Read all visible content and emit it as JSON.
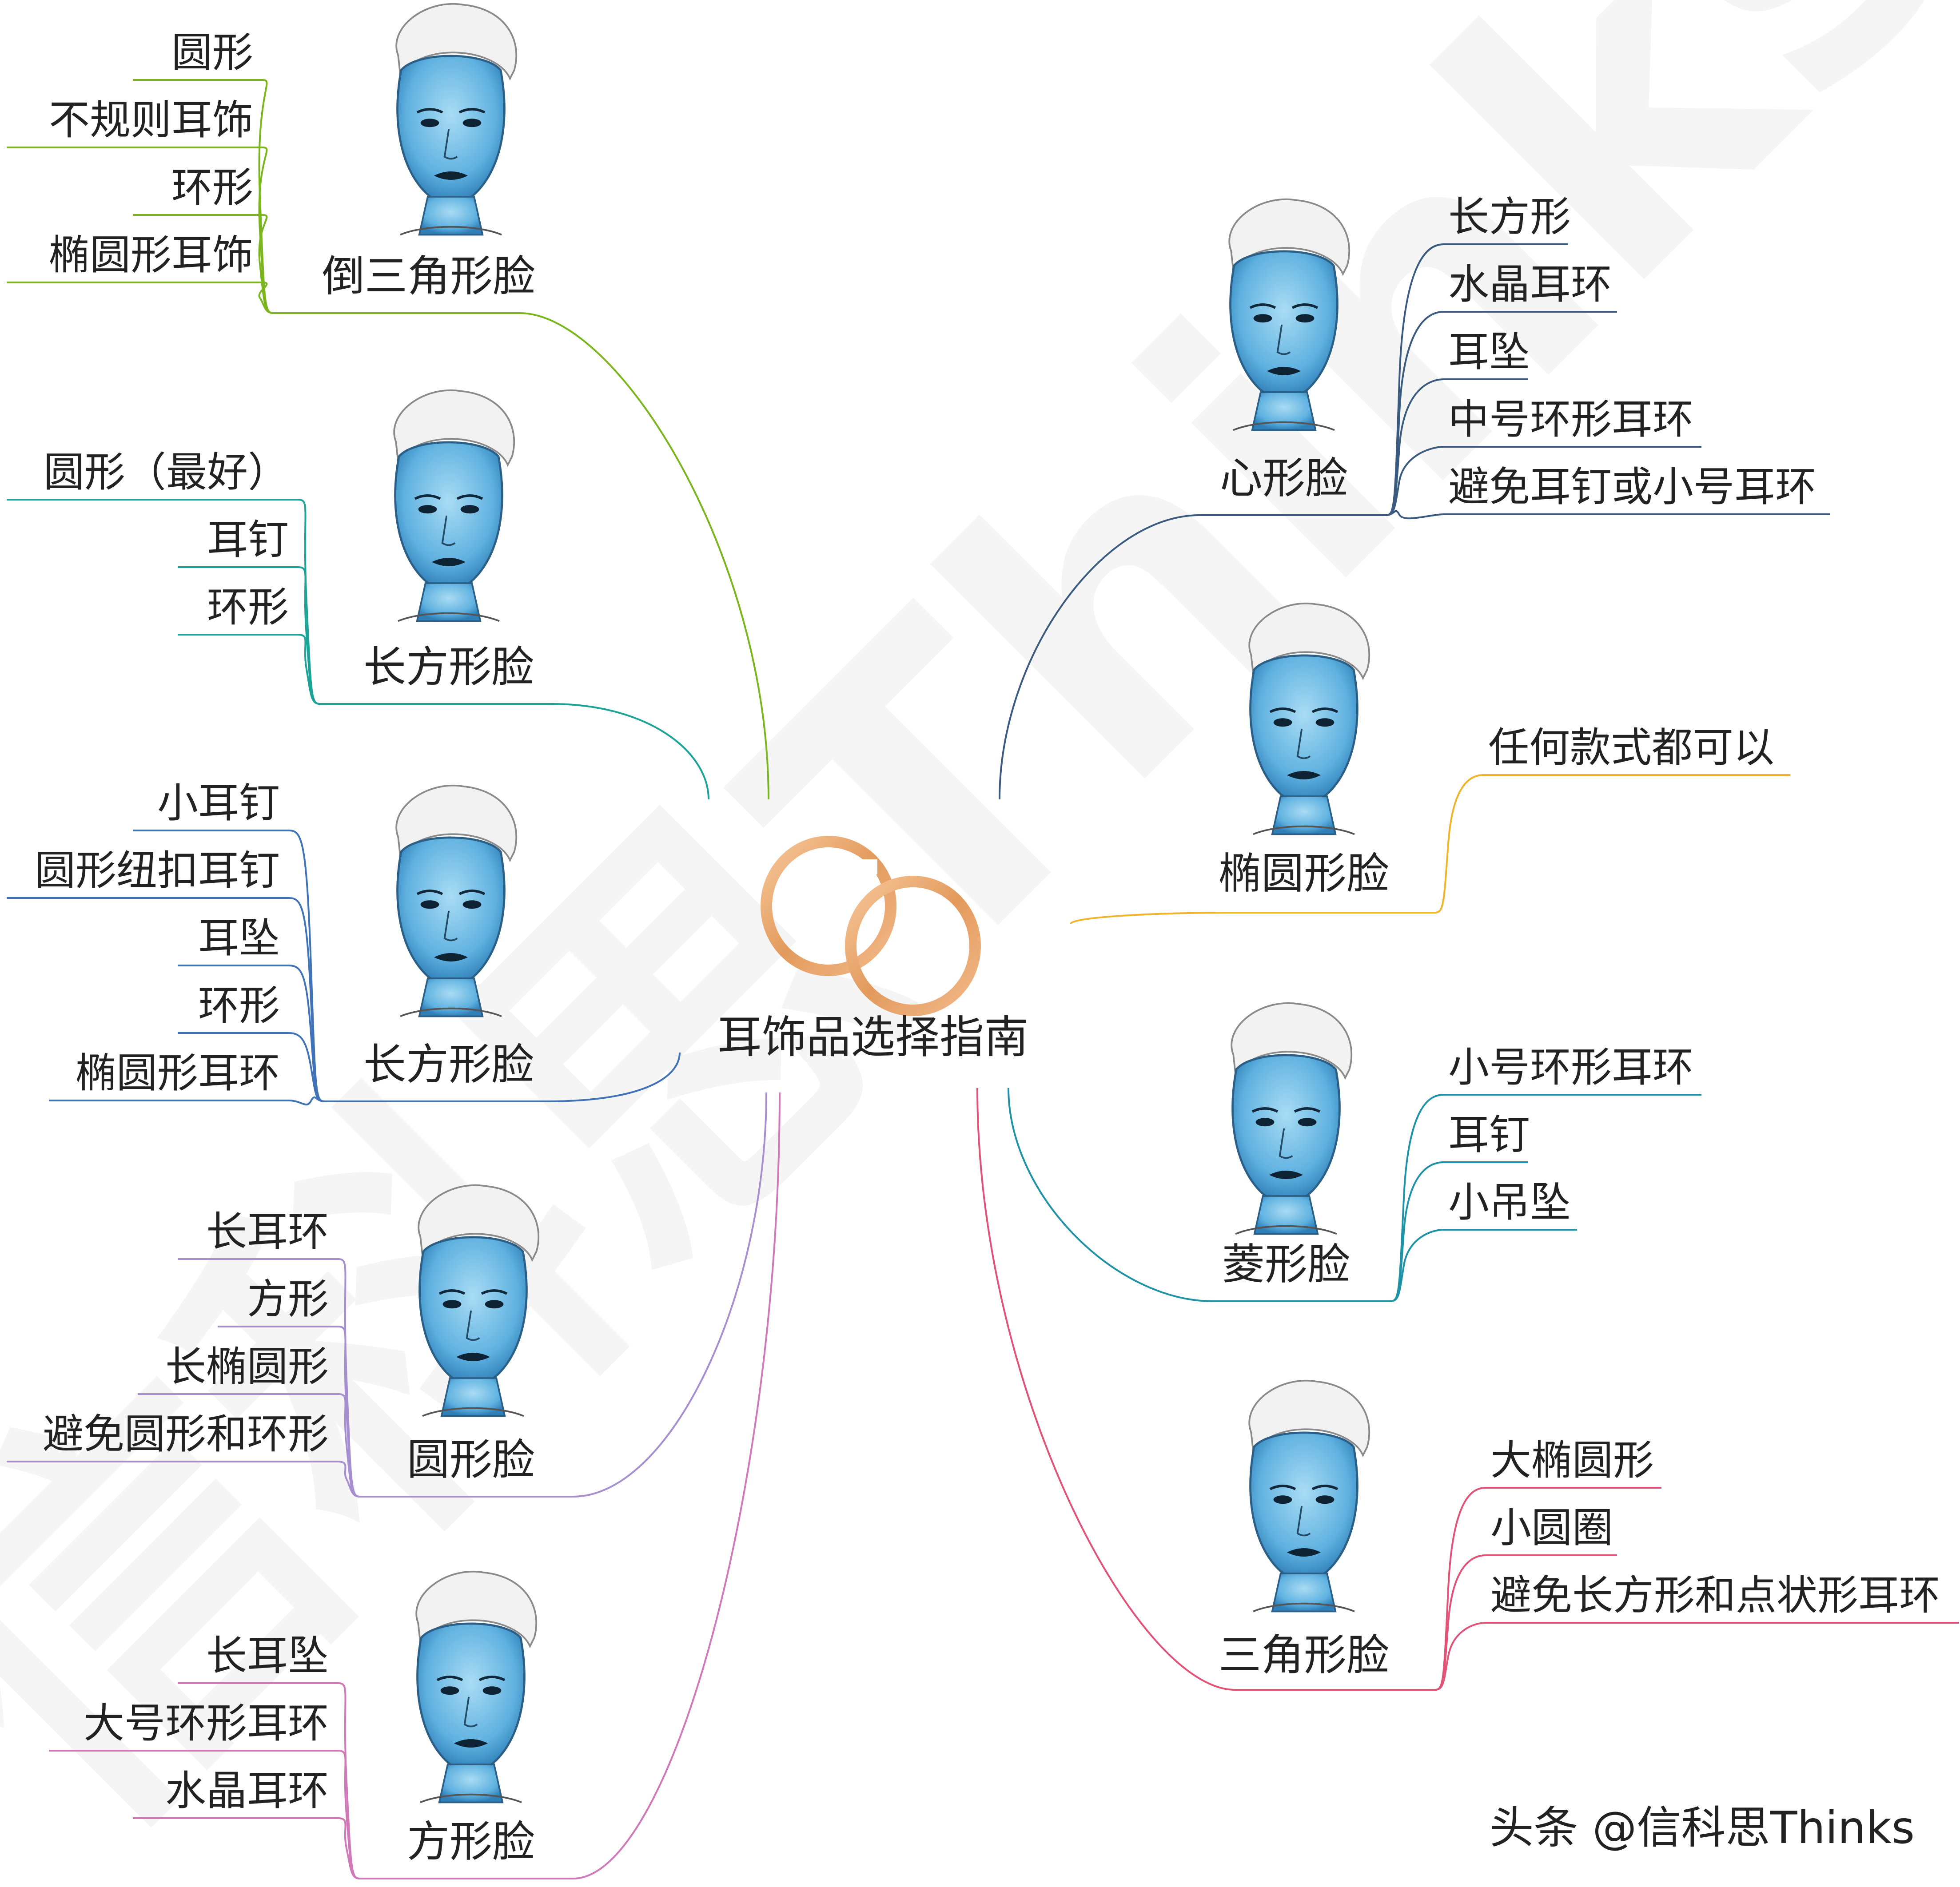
{
  "center": {
    "title": "耳饰品选择指南",
    "icon": "hoop-earrings-icon"
  },
  "credit": "头条 @信科思Thinks",
  "watermark": "信科思Thinks",
  "branches": [
    {
      "face": "倒三角形脸",
      "color": "#7ab51d",
      "side": "left",
      "items": [
        "圆形",
        "不规则耳饰",
        "环形",
        "椭圆形耳饰"
      ]
    },
    {
      "face": "长方形脸",
      "color": "#1aa396",
      "side": "left",
      "items": [
        "圆形（最好）",
        "耳钉",
        "环形"
      ]
    },
    {
      "face": "长方形脸",
      "color": "#3f72b7",
      "side": "left",
      "items": [
        "小耳钉",
        "圆形纽扣耳钉",
        "耳坠",
        "环形",
        "椭圆形耳环"
      ]
    },
    {
      "face": "圆形脸",
      "color": "#a58fd0",
      "side": "left",
      "items": [
        "长耳环",
        "方形",
        "长椭圆形",
        "避免圆形和环形"
      ]
    },
    {
      "face": "方形脸",
      "color": "#d079b9",
      "side": "left",
      "items": [
        "长耳坠",
        "大号环形耳环",
        "水晶耳环"
      ]
    },
    {
      "face": "心形脸",
      "color": "#3a5a80",
      "side": "right",
      "items": [
        "长方形",
        "水晶耳环",
        "耳坠",
        "中号环形耳环",
        "避免耳钉或小号耳环"
      ]
    },
    {
      "face": "椭圆形脸",
      "color": "#f0b42a",
      "side": "right",
      "items": [
        "任何款式都可以"
      ]
    },
    {
      "face": "菱形脸",
      "color": "#1f93a6",
      "side": "right",
      "items": [
        "小号环形耳环",
        "耳钉",
        "小吊坠"
      ]
    },
    {
      "face": "三角形脸",
      "color": "#e05377",
      "side": "right",
      "items": [
        "大椭圆形",
        "小圆圈",
        "避免长方形和点状形耳环"
      ]
    }
  ]
}
